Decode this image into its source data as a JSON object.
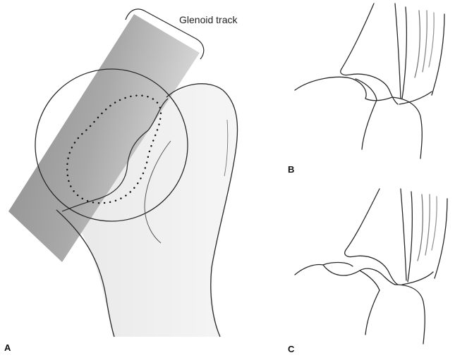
{
  "labels": {
    "glenoid_track": "Glenoid track",
    "panel_a": "A",
    "panel_b": "B",
    "panel_c": "C"
  },
  "colors": {
    "line": "#2a2a2a",
    "track_dark": "#7d7d7d",
    "track_light": "#e2e2e2",
    "bone_shade": "#eeeeee"
  }
}
